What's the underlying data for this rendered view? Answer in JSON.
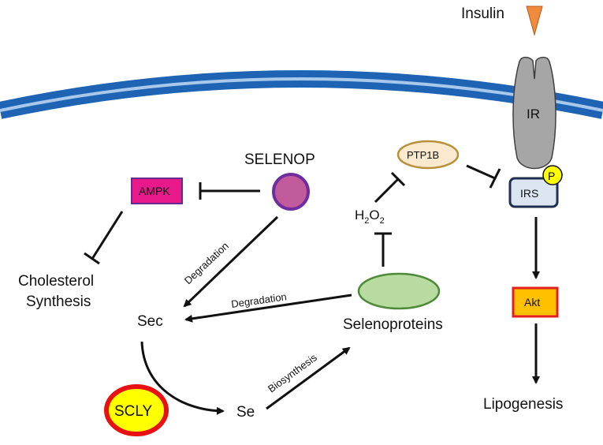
{
  "labels": {
    "insulin": "Insulin",
    "ir": "IR",
    "irs": "IRS",
    "p": "P",
    "ptp1b": "PTP1B",
    "h2o2_base": "H",
    "h2o2_sub1": "2",
    "h2o2_mid": "O",
    "h2o2_sub2": "2",
    "selenop": "SELENOP",
    "ampk": "AMPK",
    "cholesterol_line1": "Cholesterol",
    "cholesterol_line2": "Synthesis",
    "sec": "Sec",
    "se": "Se",
    "scly": "SCLY",
    "selenoproteins": "Selenoproteins",
    "akt": "Akt",
    "lipogenesis": "Lipogenesis",
    "degradation_1": "Degradation",
    "degradation_2": "Degradation",
    "biosynthesis": "Biosynthesis"
  },
  "colors": {
    "membrane_dark": "#1f64b4",
    "membrane_light": "#a8c8ec",
    "insulin": "#f08a3c",
    "ir": "#a6a6a6",
    "irs_fill": "#dce6f2",
    "irs_border": "#1f2f4f",
    "p_fill": "#ffff00",
    "ptp1b_fill": "#fbe9cf",
    "ptp1b_border": "#b8903a",
    "selenop_fill": "#c25b9b",
    "selenop_border": "#6e2ea0",
    "ampk_fill": "#e8198b",
    "ampk_border": "#6a2a8c",
    "selenoproteins_fill": "#b8dca0",
    "selenoproteins_border": "#4e8a3a",
    "akt_fill": "#ffc000",
    "akt_border": "#e02020",
    "scly_fill": "#ffff00",
    "scly_border": "#e81010"
  }
}
